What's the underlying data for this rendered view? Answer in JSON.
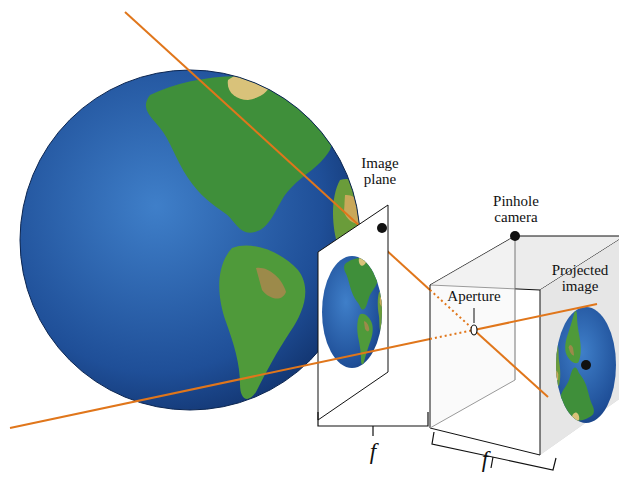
{
  "diagram": {
    "labels": [
      "Image plane",
      "Pinhole camera",
      "Aperture",
      "Projected image",
      "f",
      "f"
    ]
  }
}
